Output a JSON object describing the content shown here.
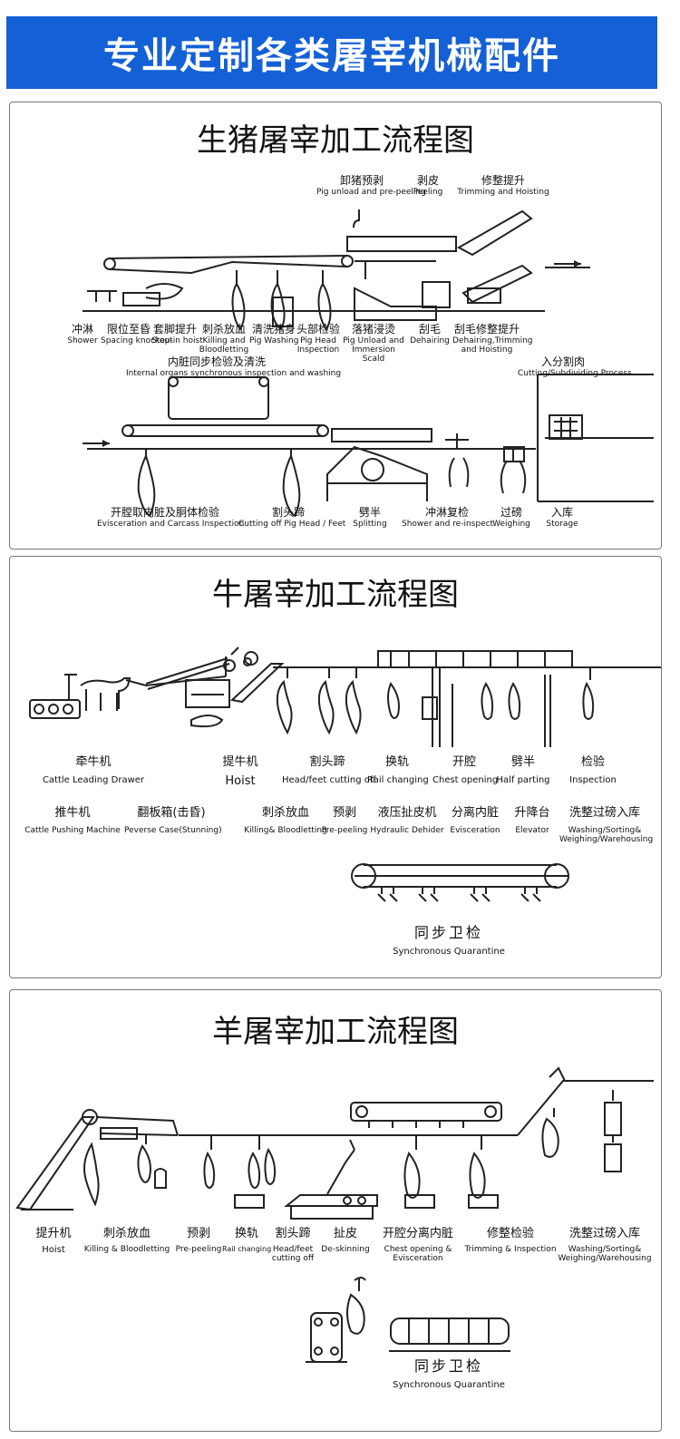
{
  "banner": {
    "title": "专业定制各类屠宰机械配件"
  },
  "pig": {
    "title": "生猪屠宰加工流程图",
    "top": [
      {
        "cn": "卸猪预剥",
        "en": "Pig unload and pre-peeling"
      },
      {
        "cn": "剥皮",
        "en": "Peeling"
      },
      {
        "cn": "修整提升",
        "en": "Trimming and Hoisting"
      }
    ],
    "middle": [
      {
        "cn": "冲淋",
        "en": "Shower"
      },
      {
        "cn": "限位至昏",
        "en": "Spacing knockout"
      },
      {
        "cn": "套脚提升",
        "en": "Step-in hoist"
      },
      {
        "cn": "刺杀放血",
        "en": "Killing and Bloodletting"
      },
      {
        "cn": "清洗猪身",
        "en": "Pig Washing"
      },
      {
        "cn": "头部检验",
        "en": "Pig Head Inspection"
      },
      {
        "cn": "落猪浸烫",
        "en": "Pig Unload and Immersion Scald"
      },
      {
        "cn": "刮毛",
        "en": "Dehairing"
      },
      {
        "cn": "刮毛修整提升",
        "en": "Dehairing,Trimming and Hoisting"
      }
    ],
    "sync": {
      "cn": "内脏同步检验及清洗",
      "en": "Internal organs synchronous inspection and washing"
    },
    "cutting": {
      "cn": "入分割肉",
      "en": "Cutting/Subdividing Process"
    },
    "bottom": [
      {
        "cn": "开膛取内脏及胴体检验",
        "en": "Evisceration and Carcass Inspection"
      },
      {
        "cn": "割头蹄",
        "en": "Cutting off Pig Head / Feet"
      },
      {
        "cn": "劈半",
        "en": "Splitting"
      },
      {
        "cn": "冲淋复检",
        "en": "Shower and re-inspect"
      },
      {
        "cn": "过磅",
        "en": "Weighing"
      },
      {
        "cn": "入库",
        "en": "Storage"
      }
    ]
  },
  "cattle": {
    "title": "牛屠宰加工流程图",
    "row1": [
      {
        "cn": "牵牛机",
        "en": "Cattle Leading Drawer"
      },
      {
        "cn": "提牛机",
        "en": "Hoist"
      },
      {
        "cn": "割头蹄",
        "en": "Head/feet cutting off"
      },
      {
        "cn": "换轨",
        "en": "Rail changing"
      },
      {
        "cn": "开腔",
        "en": "Chest opening"
      },
      {
        "cn": "劈半",
        "en": "Half parting"
      },
      {
        "cn": "检验",
        "en": "Inspection"
      }
    ],
    "row2": [
      {
        "cn": "推牛机",
        "en": "Cattle Pushing Machine"
      },
      {
        "cn": "翻板箱(击昏)",
        "en": "Peverse Case(Stunning)"
      },
      {
        "cn": "刺杀放血",
        "en": "Killing& Bloodletting"
      },
      {
        "cn": "预剥",
        "en": "Pre-peeling"
      },
      {
        "cn": "液压扯皮机",
        "en": "Hydraulic Dehider"
      },
      {
        "cn": "分离内脏",
        "en": "Evisceration"
      },
      {
        "cn": "升降台",
        "en": "Elevator"
      },
      {
        "cn": "洗整过磅入库",
        "en": "Washing/Sorting& Weighing/Warehousing"
      }
    ],
    "sync": {
      "cn": "同步卫检",
      "en": "Synchronous Quarantine"
    }
  },
  "sheep": {
    "title": "羊屠宰加工流程图",
    "row": [
      {
        "cn": "提升机",
        "en": "Hoist"
      },
      {
        "cn": "刺杀放血",
        "en": "Killing & Bloodletting"
      },
      {
        "cn": "预剥",
        "en": "Pre-peeling"
      },
      {
        "cn": "换轨",
        "en": "Rail changing"
      },
      {
        "cn": "割头蹄",
        "en": "Head/feet cutting off"
      },
      {
        "cn": "扯皮",
        "en": "De-skinning"
      },
      {
        "cn": "开腔分离内脏",
        "en": "Chest opening & Evisceration"
      },
      {
        "cn": "修整检验",
        "en": "Trimming & Inspection"
      },
      {
        "cn": "洗整过磅入库",
        "en": "Washing/Sorting& Weighing/Warehousing"
      }
    ],
    "sync": {
      "cn": "同步卫检",
      "en": "Synchronous Quarantine"
    }
  }
}
